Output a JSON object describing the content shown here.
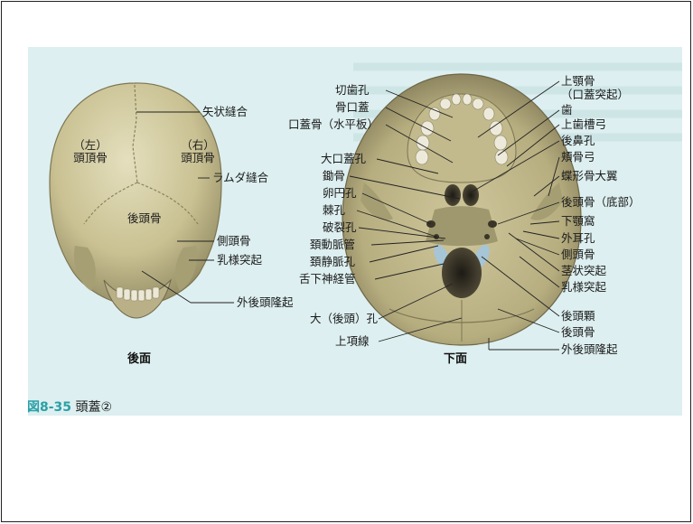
{
  "posterior_view": {
    "title": "後面",
    "labels": {
      "sagittal_suture": "矢状縫合",
      "parietal_left": [
        "（左）",
        "頭頂骨"
      ],
      "parietal_right": [
        "（右）",
        "頭頂骨"
      ],
      "lambdoid_suture": "ラムダ縫合",
      "occipital": "後頭骨",
      "temporal": "側頭骨",
      "mastoid": "乳様突起",
      "ext_occ_protuberance": "外後頭隆起"
    }
  },
  "inferior_view": {
    "title": "下面",
    "left_labels": [
      "切歯孔",
      "骨口蓋",
      "口蓋骨（水平板）",
      "大口蓋孔",
      "鋤骨",
      "卵円孔",
      "棘孔",
      "破裂孔",
      "頚動脈管",
      "頚静脈孔",
      "舌下神経管"
    ],
    "bottom_left_labels": [
      "大（後頭）孔",
      "上項線"
    ],
    "right_labels": [
      "上顎骨",
      "（口蓋突起）",
      "歯",
      "上歯槽弓",
      "後鼻孔",
      "頬骨弓",
      "蝶形骨大翼",
      "後頭骨（底部）",
      "下顎窩",
      "外耳孔",
      "側頭骨",
      "茎状突起",
      "乳様突起",
      "後頭顆",
      "後頭骨",
      "外後頭隆起"
    ]
  },
  "caption": {
    "number": "図8-35",
    "title": "頭蓋②"
  },
  "colors": {
    "background": "#ddeff0",
    "bone": "#cdc59a",
    "bone_shadow": "#8e8660",
    "caption_number": "#2aa0a6"
  }
}
